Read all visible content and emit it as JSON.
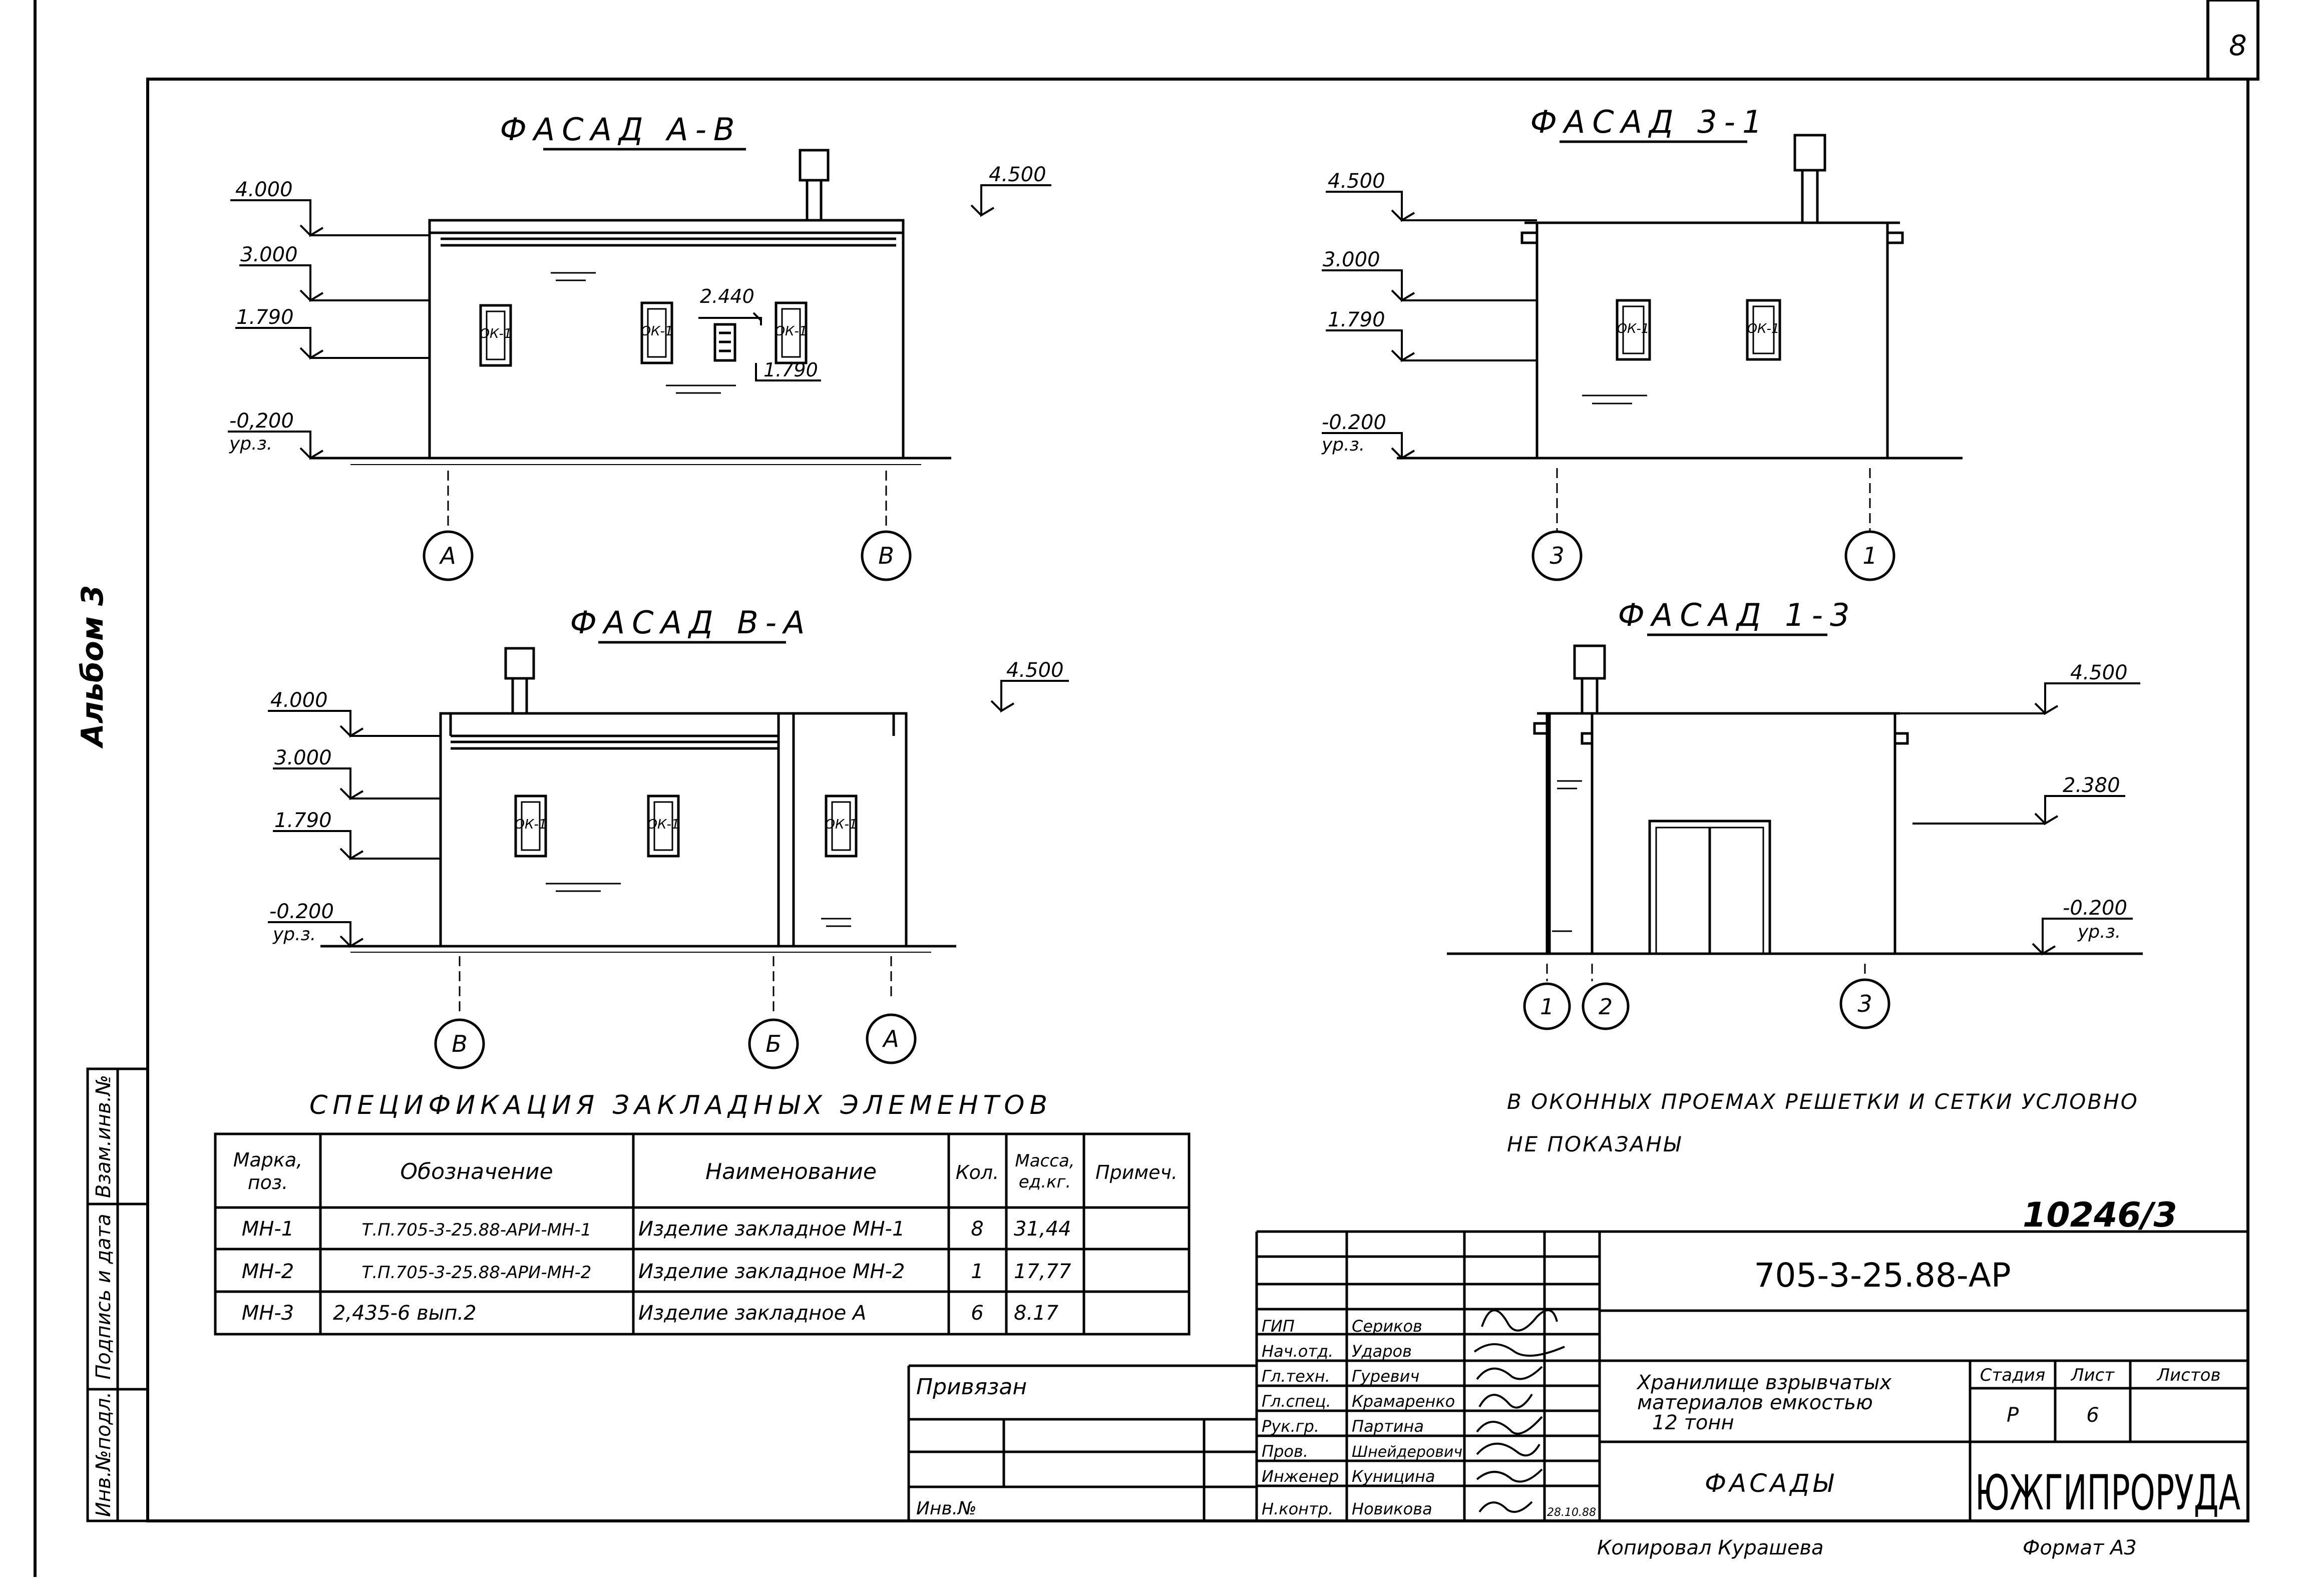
{
  "sheet": {
    "corner_number": "8",
    "side_album": "Альбом 3",
    "side_boxes": [
      "Взам.инв.№",
      "Подпись и дата",
      "Инв.№подл."
    ]
  },
  "facades": {
    "ab": {
      "title": "ФАСАД А-В",
      "levels": [
        "4.000",
        "3.000",
        "1.790",
        "-0,200",
        "ур.з.",
        "4.500"
      ],
      "inner": [
        "2.440",
        "1.790"
      ],
      "window": "ОК-1",
      "axes": [
        "А",
        "В"
      ]
    },
    "f31": {
      "title": "ФАСАД 3-1",
      "levels": [
        "4.500",
        "3.000",
        "1.790",
        "-0.200",
        "ур.з."
      ],
      "window": "ОК-1",
      "axes": [
        "3",
        "1"
      ]
    },
    "ba": {
      "title": "ФАСАД В-А",
      "levels": [
        "4.000",
        "3.000",
        "1.790",
        "-0.200",
        "ур.з.",
        "4.500"
      ],
      "window": "ОК-1",
      "axes": [
        "В",
        "Б",
        "А"
      ]
    },
    "f13": {
      "title": "ФАСАД 1-3",
      "levels": [
        "4.500",
        "2.380",
        "-0.200",
        "ур.з."
      ],
      "axes": [
        "1",
        "2",
        "3"
      ]
    }
  },
  "note": [
    "В ОКОННЫХ ПРОЕМАХ РЕШЕТКИ И СЕТКИ УСЛОВНО",
    "НЕ ПОКАЗАНЫ"
  ],
  "spec": {
    "title": "СПЕЦИФИКАЦИЯ ЗАКЛАДНЫХ ЭЛЕМЕНТОВ",
    "headers": [
      "Марка, поз.",
      "Обозначение",
      "Наименование",
      "Кол.",
      "Масса, ед.кг.",
      "Примеч."
    ],
    "rows": [
      [
        "МН-1",
        "Т.П.705-3-25.88-АРИ-МН-1",
        "Изделие закладное МН-1",
        "8",
        "31,44",
        ""
      ],
      [
        "МН-2",
        "Т.П.705-3-25.88-АРИ-МН-2",
        "Изделие закладное МН-2",
        "1",
        "17,77",
        ""
      ],
      [
        "МН-3",
        "2,435-6 вып.2",
        "Изделие закладное А",
        "6",
        "8.17",
        ""
      ]
    ]
  },
  "stamp": {
    "sheet_id": "10246/3",
    "code": "705-3-25.88-АР",
    "privyazan": "Привязан",
    "inv": "Инв.№",
    "roles": [
      "ГИП",
      "Нач.отд.",
      "Гл.техн.",
      "Гл.спец.",
      "Рук.гр.",
      "Пров.",
      "Инженер",
      "Н.контр."
    ],
    "names": [
      "Сериков",
      "Ударов",
      "Гуревич",
      "Крамаренко",
      "Партина",
      "Шнейдерович",
      "Куницина",
      "Новикова"
    ],
    "date": "28.10.88",
    "object": [
      "Хранилище взрывчатых",
      "материалов емкостью",
      "12 тонн"
    ],
    "drawing": "ФАСАДЫ",
    "stage_h": [
      "Стадия",
      "Лист",
      "Листов"
    ],
    "stage_v": [
      "Р",
      "6",
      ""
    ],
    "org": "ЮЖГИПРОРУДА",
    "copied": "Копировал Курашева",
    "format": "Формат А3"
  }
}
